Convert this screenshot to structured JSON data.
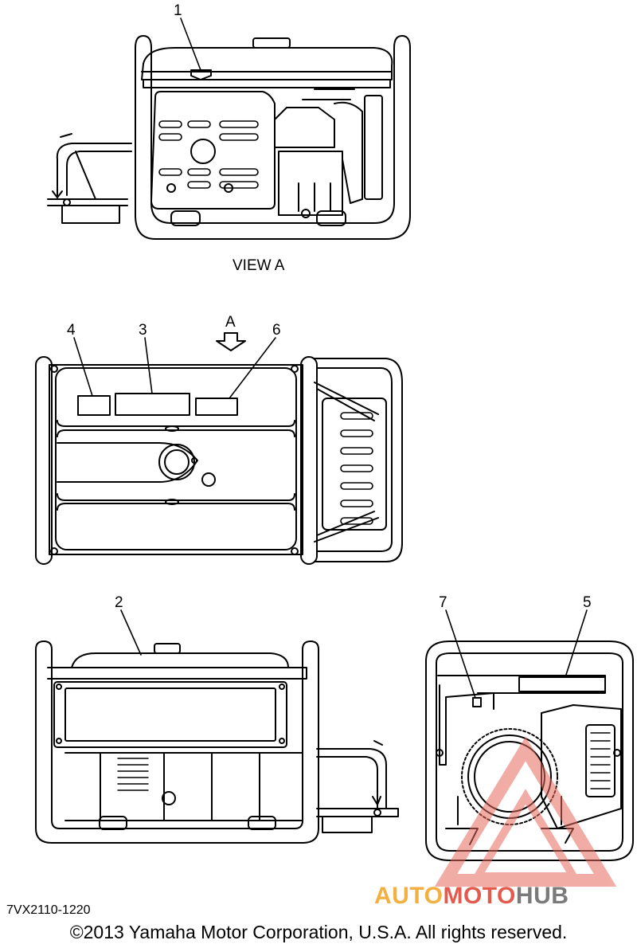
{
  "callouts": {
    "c1": "1",
    "c2": "2",
    "c3": "3",
    "c4": "4",
    "c5": "5",
    "c6": "6",
    "c7": "7"
  },
  "view_a": {
    "caption": "VIEW A",
    "arrow_label": "A"
  },
  "footer": {
    "part_code": "7VX2110-1220",
    "copyright": "©2013 Yamaha Motor Corporation, U.S.A. All rights reserved."
  },
  "watermark": {
    "part1": "AUTO",
    "part2": "MOTO",
    "part3": "HUB",
    "colors": {
      "auto": "#f3b040",
      "moto": "#e45a4c",
      "hub": "#7a7a7a",
      "logo": "#e86a5e"
    }
  }
}
